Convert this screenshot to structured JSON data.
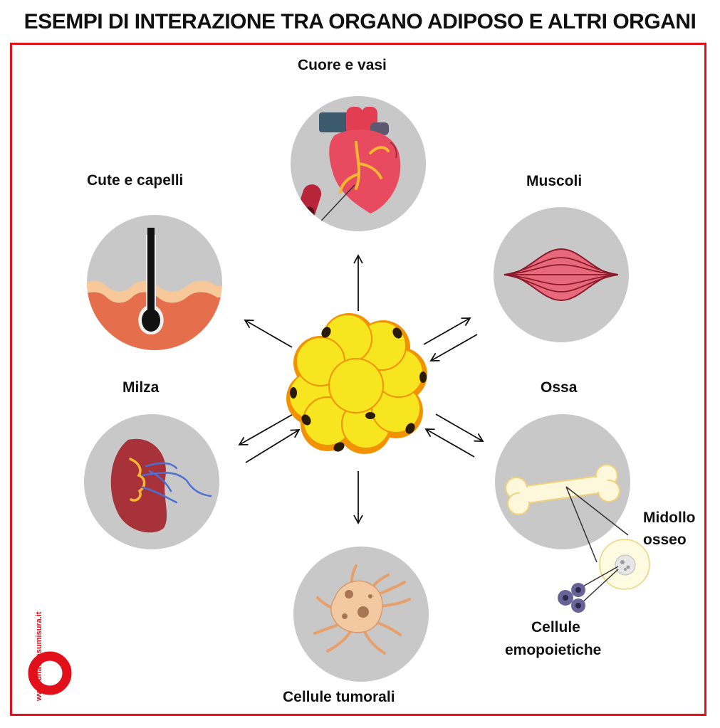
{
  "title": "ESEMPI DI INTERAZIONE TRA ORGANO ADIPOSO E ALTRI ORGANI",
  "labels": {
    "heart": "Cuore e vasi",
    "skin": "Cute e capelli",
    "muscle": "Muscoli",
    "spleen": "Milza",
    "bone": "Ossa",
    "marrow_line1": "Midollo",
    "marrow_line2": "osseo",
    "hemo_line1": "Cellule",
    "hemo_line2": "emopoietiche",
    "tumor": "Cellule tumorali"
  },
  "logo": {
    "text": "www.unavitasumisura.it"
  },
  "colors": {
    "frame": "#e2101a",
    "circle": "#c8c8c8",
    "fat_cell": "#f7e51f",
    "fat_border": "#f39200",
    "logo": "#e2101a"
  },
  "icons": {
    "center": "adipose-tissue-icon",
    "heart": "heart-icon",
    "skin": "hair-follicle-icon",
    "muscle": "muscle-icon",
    "spleen": "spleen-icon",
    "bone": "bone-icon",
    "tumor": "tumor-cell-icon"
  }
}
